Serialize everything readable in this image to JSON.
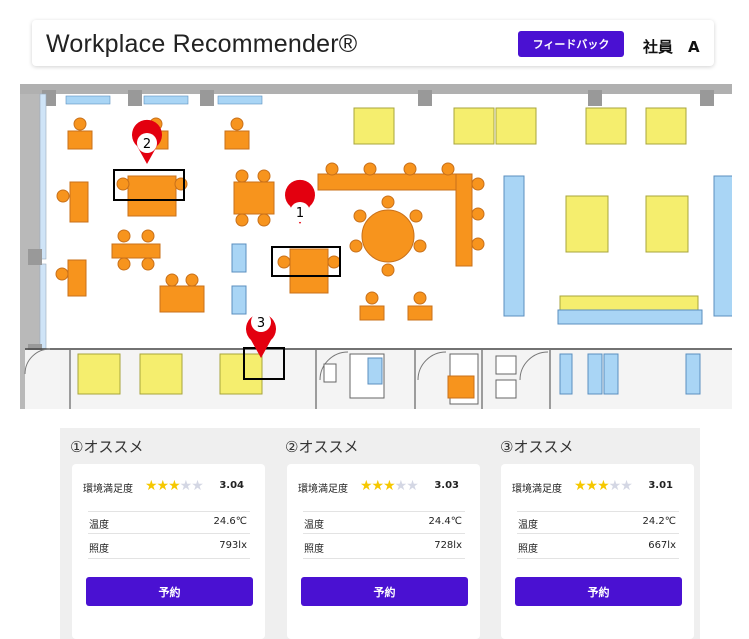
{
  "header": {
    "title": "Workplace Recommender®",
    "feedback_label": "フィードバック",
    "user_label": "社員　A"
  },
  "map": {
    "pins": [
      {
        "label": "1"
      },
      {
        "label": "2"
      },
      {
        "label": "3"
      }
    ]
  },
  "recommendations": [
    {
      "title": "①オススメ",
      "satisfaction_label": "環境満足度",
      "rating": 3.04,
      "score": "3.04",
      "temp_label": "温度",
      "temp": "24.6℃",
      "illum_label": "照度",
      "illum": "793lx",
      "reserve_label": "予約"
    },
    {
      "title": "②オススメ",
      "satisfaction_label": "環境満足度",
      "rating": 3.03,
      "score": "3.03",
      "temp_label": "温度",
      "temp": "24.4℃",
      "illum_label": "照度",
      "illum": "728lx",
      "reserve_label": "予約"
    },
    {
      "title": "③オススメ",
      "satisfaction_label": "環境満足度",
      "rating": 3.01,
      "score": "3.01",
      "temp_label": "温度",
      "temp": "24.2℃",
      "illum_label": "照度",
      "illum": "667lx",
      "reserve_label": "予約"
    }
  ],
  "colors": {
    "accent": "#4a11d2",
    "desk_orange": "#f7941d",
    "desk_yellow": "#f5ee6e",
    "desk_blue": "#a9d5f5",
    "pin_red": "#e3000f",
    "star_on": "#f6c800",
    "star_off": "#d4d7e4"
  }
}
